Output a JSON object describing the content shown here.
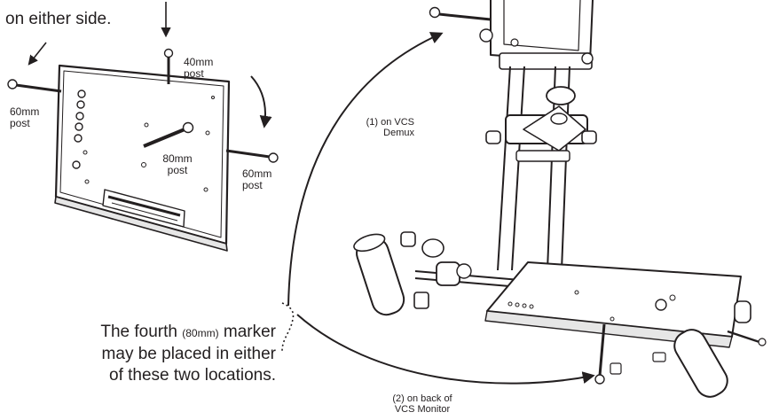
{
  "intro_tail": "on either side.",
  "monitor_labels": {
    "post_40mm": [
      "40mm",
      "post"
    ],
    "post_60mm_left": [
      "60mm",
      "post"
    ],
    "post_80mm": [
      "80mm",
      "post"
    ],
    "post_60mm_right": [
      "60mm",
      "post"
    ]
  },
  "location_labels": {
    "demux": [
      "(1) on VCS",
      "Demux"
    ],
    "monitor_back": [
      "(2) on back of",
      "VCS Monitor"
    ]
  },
  "note": {
    "before": "The fourth ",
    "small": "(80mm)",
    "after": " marker",
    "line2": "may be placed in either",
    "line3": "of these two locations."
  },
  "colors": {
    "ink": "#231f20",
    "paper": "#ffffff"
  }
}
